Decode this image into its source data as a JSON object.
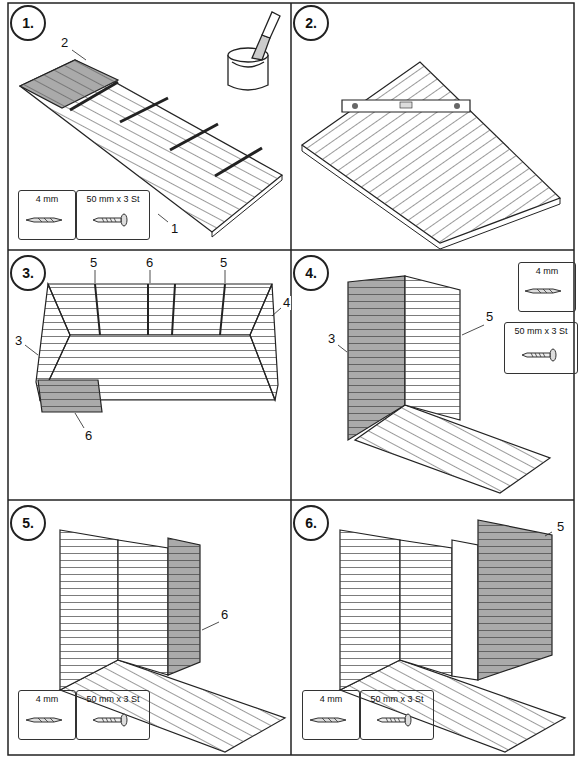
{
  "diagram": {
    "nodes": [
      {
        "text": [
          "1."
        ]
      },
      {
        "text": [
          "4 mm"
        ]
      },
      {
        "text": [
          "50 mm x 3 St"
        ]
      },
      {
        "text": [
          "2."
        ]
      },
      {
        "text": [
          "3."
        ]
      },
      {
        "text": [
          "4."
        ]
      },
      {
        "text": [
          "4 mm"
        ]
      },
      {
        "text": [
          "50 mm x 3 St"
        ]
      },
      {
        "text": [
          "5."
        ]
      },
      {
        "text": [
          "4 mm"
        ]
      },
      {
        "text": [
          "50 mm x 3 St"
        ]
      },
      {
        "text": [
          "6."
        ]
      },
      {
        "text": [
          "4 mm"
        ]
      },
      {
        "text": [
          "50 mm x 3 St"
        ]
      }
    ],
    "labels": [
      "2",
      "1",
      "5",
      "6",
      "5",
      "4",
      "3",
      "6",
      "3",
      "5",
      "6",
      "5"
    ]
  }
}
